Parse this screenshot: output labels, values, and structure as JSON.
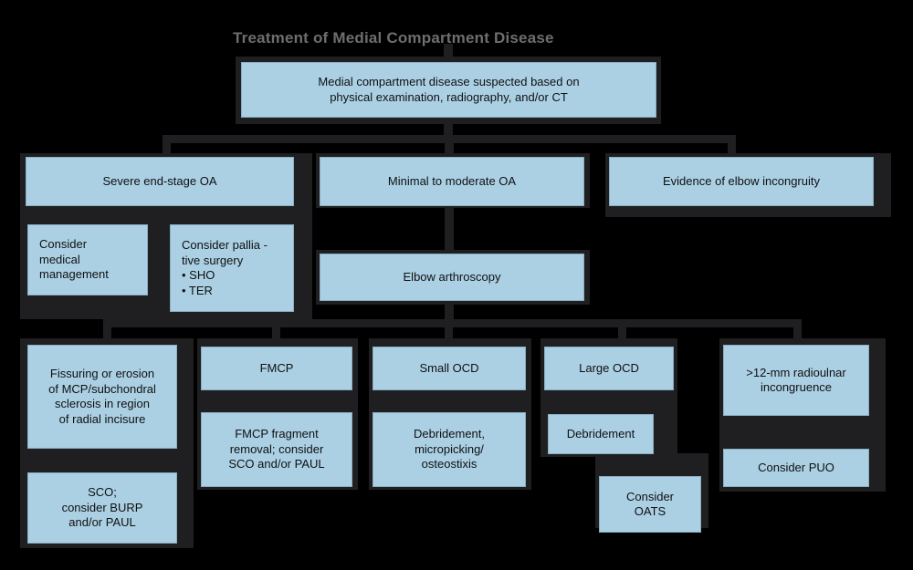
{
  "title": "Treatment of Medial Compartment Disease",
  "colors": {
    "background": "#000000",
    "box_fill": "#abd0e4",
    "box_border": "#8aaec2",
    "connector": "#1f1e20",
    "text": "#101010",
    "title_text": "#6e6e6e"
  },
  "diagram": {
    "type": "flowchart",
    "orientation": "top-down",
    "root": {
      "id": "root",
      "label": "Medial compartment disease suspected based on\nphysical examination, radiography, and/or CT"
    },
    "level2": [
      {
        "id": "severe-oa",
        "label": "Severe end-stage OA"
      },
      {
        "id": "minimal-moderate-oa",
        "label": "Minimal to moderate OA"
      },
      {
        "id": "elbow-incongruity",
        "label": "Evidence of elbow incongruity"
      }
    ],
    "severe_oa_children": [
      {
        "id": "medical-management",
        "label": "Consider\nmedical\nmanagement"
      },
      {
        "id": "palliative-surgery",
        "label": "Consider pallia  -\ntive surgery\n• SHO\n• TER"
      }
    ],
    "arthroscopy": {
      "id": "elbow-arthroscopy",
      "label": "Elbow arthroscopy"
    },
    "findings": [
      {
        "id": "fissuring-erosion",
        "label": "Fissuring or erosion\nof MCP/subchondral\nsclerosis in region\nof radial incisure",
        "treatment": {
          "id": "sco-burp-paul",
          "label": "SCO;\nconsider BURP\nand/or PAUL"
        }
      },
      {
        "id": "fmcp",
        "label": "FMCP",
        "treatment": {
          "id": "fmcp-fragment-removal",
          "label": "FMCP fragment\nremoval; consider\nSCO and/or PAUL"
        }
      },
      {
        "id": "small-ocd",
        "label": "Small OCD",
        "treatment": {
          "id": "debridement-micropicking",
          "label": "Debridement,\nmicropicking/\nosteostixis"
        }
      },
      {
        "id": "large-ocd",
        "label": "Large OCD",
        "treatment": {
          "id": "debridement",
          "label": "Debridement"
        },
        "treatment2": {
          "id": "consider-oats",
          "label": "Consider\nOATS"
        }
      },
      {
        "id": "radioulnar-incongruence",
        "label": ">12-mm radioulnar\nincongruence",
        "treatment": {
          "id": "consider-puo",
          "label": "Consider PUO"
        }
      }
    ]
  }
}
